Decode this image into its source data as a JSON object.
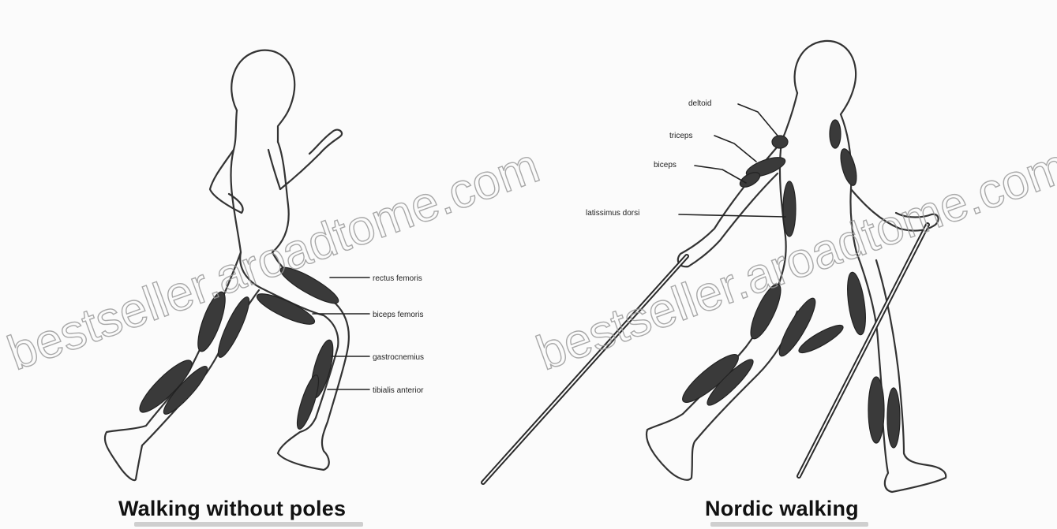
{
  "watermark": "bestseller.aroadtome.com",
  "left_figure": {
    "caption": "Walking without poles",
    "labels": [
      "rectus femoris",
      "biceps femoris",
      "gastrocnemius",
      "tibialis anterior"
    ]
  },
  "right_figure": {
    "caption": "Nordic walking",
    "labels": [
      "deltoid",
      "triceps",
      "biceps",
      "latissimus dorsi"
    ]
  }
}
